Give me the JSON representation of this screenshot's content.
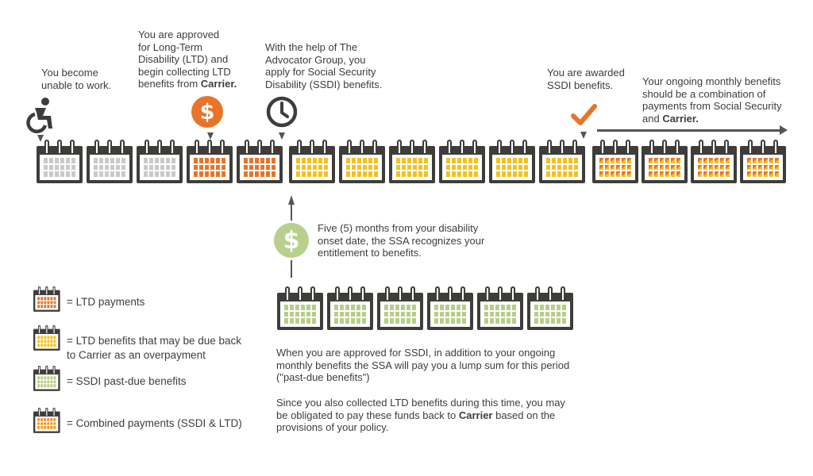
{
  "annotations": {
    "unable_to_work": "You become\nunable to work.",
    "approved_ltd_pre": "You are approved\nfor Long-Term\nDisability (LTD) and\nbegin collecting LTD\nbenefits from ",
    "approved_ltd_bold": "Carrier.",
    "advocator_help": "With the help of The\nAdvocator Group, you\napply for Social Security\nDisability (SSDI) benefits.",
    "awarded_ssdi": "You are awarded\nSSDI benefits.",
    "ongoing_pre": "Your ongoing monthly benefits\nshould be a combination of\npayments from Social Security\nand ",
    "ongoing_bold": "Carrier.",
    "five_months": "Five (5) months from your disability\nonset date, the SSA recognizes your\nentitlement to benefits.",
    "lump_sum": "When you are approved for SSDI, in addition to your ongoing\nmonthly benefits the SSA will pay you a lump sum for this period\n(\"past-due benefits\")",
    "obligated_pre": "Since you also collected LTD benefits during this time, you may\nbe obligated to pay these funds back to ",
    "obligated_bold": "Carrier",
    "obligated_post": " based on the\nprovisions of your policy."
  },
  "icons": {
    "disability": "accessible-wheelchair-icon",
    "dollar_orange": "$",
    "clock": "clock-icon",
    "check": "checkmark-icon",
    "dollar_green": "$"
  },
  "timeline": {
    "months": [
      "grey",
      "grey",
      "grey",
      "orange",
      "orange",
      "yellow",
      "yellow",
      "yellow",
      "yellow",
      "yellow",
      "yellow",
      "combo",
      "combo",
      "combo",
      "combo"
    ]
  },
  "pastdue_row": {
    "months": [
      "green",
      "green",
      "green",
      "green",
      "green",
      "green"
    ]
  },
  "legend": [
    {
      "type": "orange",
      "label": "= LTD payments"
    },
    {
      "type": "yellow",
      "label": "= LTD benefits that may be due back\nto Carrier as an overpayment"
    },
    {
      "type": "green",
      "label": "= SSDI past-due benefits"
    },
    {
      "type": "combo",
      "label": "= Combined payments (SSDI & LTD)"
    }
  ],
  "colors": {
    "grey": "#c9c9c9",
    "ltd_orange": "#e8742a",
    "overpayment_yellow": "#f5c21b",
    "ssdi_green": "#b7cd8a",
    "calendar_frame": "#3e3d3a"
  }
}
